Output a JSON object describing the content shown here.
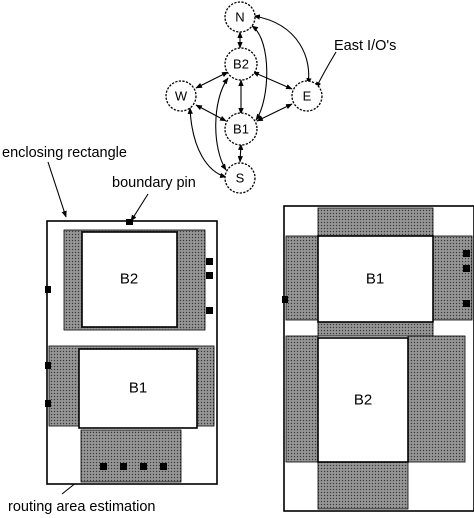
{
  "graph": {
    "nodes": [
      {
        "id": "N",
        "label": "N"
      },
      {
        "id": "B2",
        "label": "B2"
      },
      {
        "id": "W",
        "label": "W"
      },
      {
        "id": "E",
        "label": "E"
      },
      {
        "id": "B1",
        "label": "B1"
      },
      {
        "id": "S",
        "label": "S"
      }
    ],
    "edges": [
      {
        "from": "N",
        "to": "B2"
      },
      {
        "from": "B2",
        "to": "W"
      },
      {
        "from": "B2",
        "to": "E"
      },
      {
        "from": "B2",
        "to": "B1"
      },
      {
        "from": "W",
        "to": "B1"
      },
      {
        "from": "E",
        "to": "B1"
      },
      {
        "from": "B1",
        "to": "S"
      },
      {
        "from": "N",
        "to": "B1"
      },
      {
        "from": "B2",
        "to": "S"
      },
      {
        "from": "W",
        "to": "S"
      },
      {
        "from": "N",
        "to": "E"
      }
    ],
    "east_io_label": "East I/O's"
  },
  "annotations": {
    "enclosing_rectangle": "enclosing rectangle",
    "boundary_pin": "boundary pin",
    "routing_area_estimation": "routing area estimation"
  },
  "left_layout": {
    "top_block": "B2",
    "bottom_block": "B1"
  },
  "right_layout": {
    "top_block": "B1",
    "bottom_block": "B2"
  }
}
